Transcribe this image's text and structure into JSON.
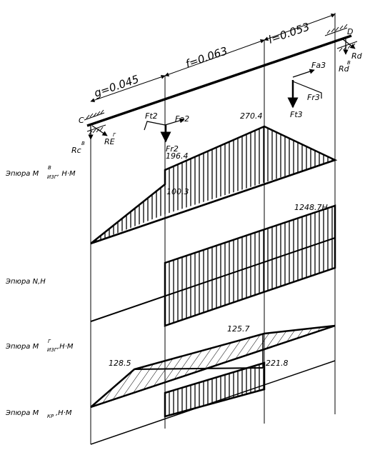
{
  "dimensions": {
    "g": "g=0.045",
    "f": "f=0.063",
    "l": "l=0.053"
  },
  "supports": {
    "c": "C",
    "d": "D",
    "rc_label": "Rc",
    "rc_sup": "B",
    "re_label": "RE",
    "re_sup": "Г",
    "rd_label": "Rd",
    "rd_sup": "B",
    "rd_top": "Rd"
  },
  "forces": {
    "ft2": "Ft2",
    "fa2": "Fa2",
    "fr2": "Fr2",
    "fa3": "Fa3",
    "fr3": "Fr3",
    "ft3": "Ft3"
  },
  "diagrams": {
    "m_vert": {
      "label": "Эпюра M",
      "sub": "ИЗГ",
      "sup": "B",
      "unit": ", H·M",
      "values": [
        "196.4",
        "270.4",
        "100.3"
      ]
    },
    "n": {
      "label": "Эпюра N,H",
      "values": [
        "1248.7H"
      ]
    },
    "m_horiz": {
      "label": "Эпюра M",
      "sub": "ИЗГ",
      "sup": "Г",
      "unit": ",H·M",
      "values": [
        "125.7",
        "128.5",
        "221.8"
      ]
    },
    "m_kr": {
      "label": "Эпюра M",
      "sub": "КР",
      "unit": ",H·M"
    }
  }
}
